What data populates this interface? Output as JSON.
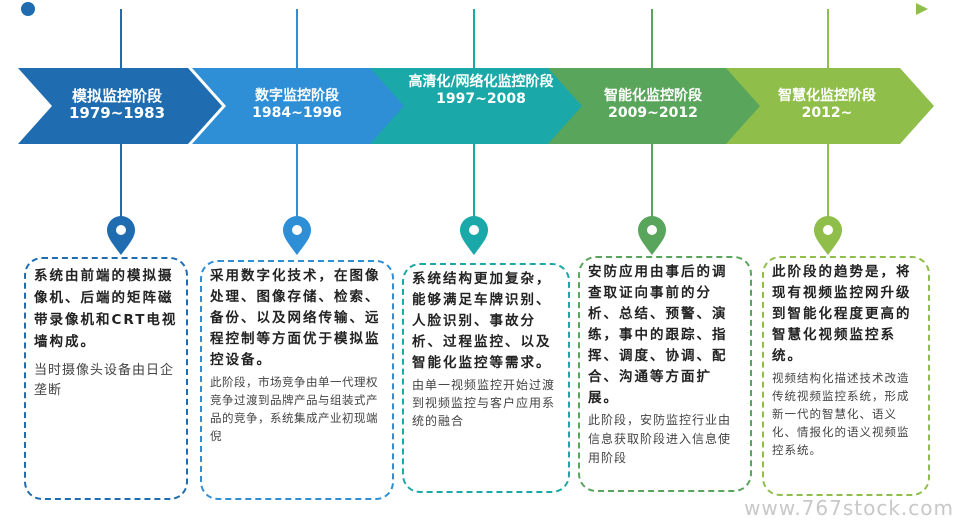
{
  "colors": {
    "stage1": "#1f6db0",
    "stage2": "#2e8fd6",
    "stage3": "#1aa8a8",
    "stage4": "#5aa55c",
    "stage5": "#8fbf4a"
  },
  "stages": [
    {
      "title": "模拟监控阶段",
      "years": "1979~1983",
      "main": "系统由前端的模拟摄像机、后端的矩阵磁带录像机和CRT电视墙构成。",
      "note": "当时摄像头设备由日企垄断"
    },
    {
      "title": "数字监控阶段",
      "years": "1984~1996",
      "main": "采用数字化技术，在图像处理、图像存储、检索、备份、以及网络传输、远程控制等方面优于模拟监控设备。",
      "note": "此阶段，市场竞争由单一代理权竞争过渡到品牌产品与组装式产品的竞争，系统集成产业初现端倪"
    },
    {
      "title": "高清化/网络化监控阶段",
      "years": "1997~2008",
      "main": "系统结构更加复杂，能够满足车牌识别、人脸识别、事故分析、过程监控、以及智能化监控等需求。",
      "note": "由单一视频监控开始过渡到视频监控与客户应用系统的融合"
    },
    {
      "title": "智能化监控阶段",
      "years": "2009~2012",
      "main": "安防应用由事后的调查取证向事前的分析、总结、预警、演练，事中的跟踪、指挥、调度、协调、配合、沟通等方面扩展。",
      "note": "此阶段，安防监控行业由信息获取阶段进入信息使用阶段"
    },
    {
      "title": "智慧化监控阶段",
      "years": "2012~",
      "main": "此阶段的趋势是，将现有视频监控网升级到智能化程度更高的智慧化视频监控系统。",
      "note": "视频结构化描述技术改造传统视频监控系统，形成新一代的智慧化、语义化、情报化的语义视频监控系统。"
    }
  ],
  "watermark": "www.767stock.com"
}
